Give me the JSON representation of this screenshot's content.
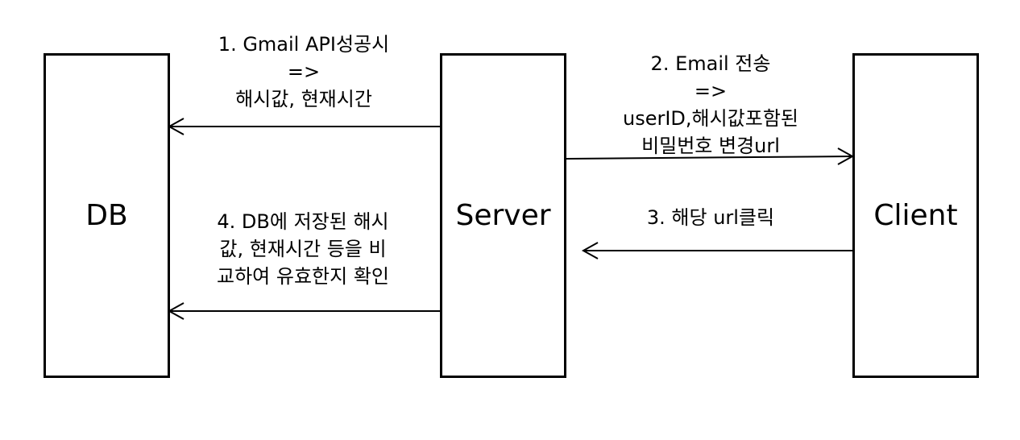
{
  "nodes": {
    "db": "DB",
    "server": "Server",
    "client": "Client"
  },
  "edges": {
    "step1": {
      "lines": [
        "1. Gmail API성공시",
        "=>",
        "해시값, 현재시간"
      ]
    },
    "step2": {
      "lines": [
        "2. Email 전송",
        "=>",
        "userID,해시값포함된",
        "비밀번호 변경url"
      ]
    },
    "step3": {
      "lines": [
        "3. 해당 url클릭"
      ]
    },
    "step4": {
      "lines": [
        "4. DB에 저장된 해시",
        "값, 현재시간 등을 비",
        "교하여 유효한지 확인"
      ]
    }
  },
  "colors": {
    "stroke": "#000000",
    "background": "#ffffff"
  }
}
